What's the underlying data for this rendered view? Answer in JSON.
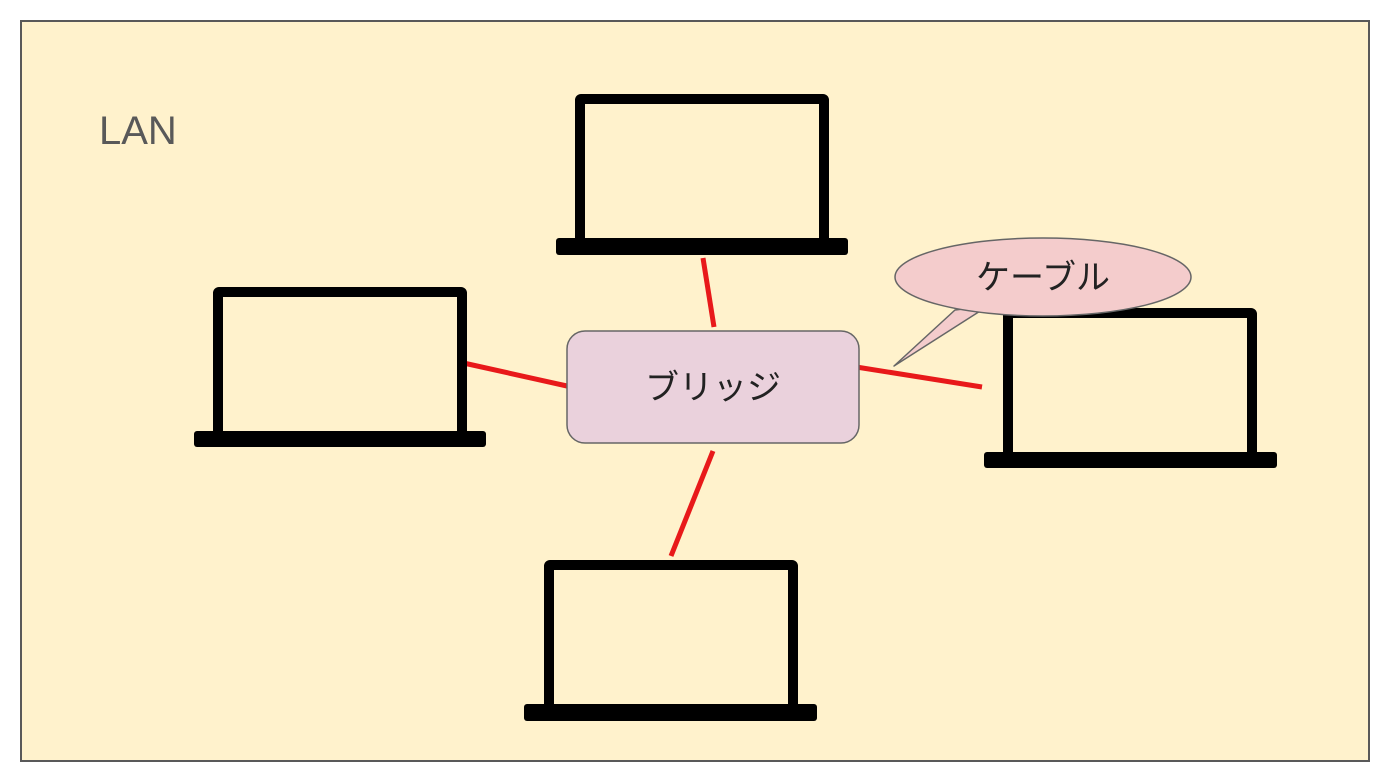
{
  "lan": {
    "label": "LAN",
    "fill": "#fff2cc",
    "border": "#595959"
  },
  "bridge": {
    "label": "ブリッジ",
    "fill": "#ead1dc",
    "border": "#666666"
  },
  "callout": {
    "label": "ケーブル",
    "fill": "#f4cccc",
    "border": "#666666"
  },
  "cable_color": "#e8191a",
  "laptop_color": "#000000",
  "laptops": [
    {
      "id": "laptop-top",
      "icon": "laptop-icon"
    },
    {
      "id": "laptop-left",
      "icon": "laptop-icon"
    },
    {
      "id": "laptop-right",
      "icon": "laptop-icon"
    },
    {
      "id": "laptop-bottom",
      "icon": "laptop-icon"
    }
  ]
}
